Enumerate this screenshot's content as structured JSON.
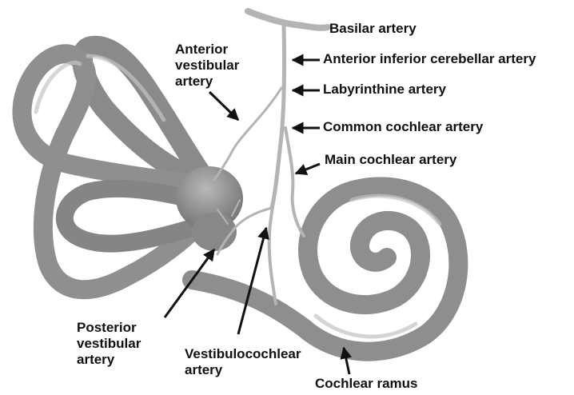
{
  "labels": {
    "basilar": "Basilar artery",
    "aica": "Anterior inferior cerebellar artery",
    "labyrinthine": "Labyrinthine artery",
    "common_cochlear": "Common cochlear artery",
    "main_cochlear": "Main cochlear artery",
    "anterior_vestibular": [
      "Anterior",
      "vestibular",
      "artery"
    ],
    "posterior_vestibular": [
      "Posterior",
      "vestibular",
      "artery"
    ],
    "vestibulocochlear": [
      "Vestibulocochlear",
      "artery"
    ],
    "cochlear_ramus": "Cochlear ramus"
  },
  "colors": {
    "bone": "#9a9a9a",
    "bone_shadow": "#6e6e6e",
    "bone_highlight": "#c4c4c4",
    "artery": "#bdbdbd",
    "artery_edge": "#8c8c8c",
    "text": "#111111",
    "arrow": "#111111"
  }
}
